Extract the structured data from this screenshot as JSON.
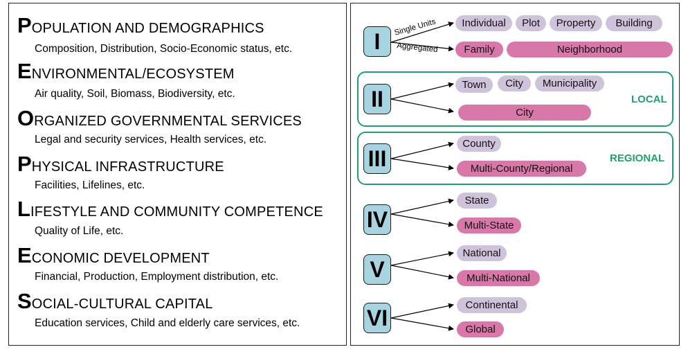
{
  "categories": [
    {
      "letter": "P",
      "rest": "OPULATION AND DEMOGRAPHICS",
      "subtitle": "Composition, Distribution, Socio-Economic status, etc."
    },
    {
      "letter": "E",
      "rest": "NVIRONMENTAL/ECOSYSTEM",
      "subtitle": "Air quality, Soil, Biomass, Biodiversity, etc."
    },
    {
      "letter": "O",
      "rest": "RGANIZED GOVERNMENTAL SERVICES",
      "subtitle": "Legal and security services, Health services, etc."
    },
    {
      "letter": "P",
      "rest": "HYSICAL INFRASTRUCTURE",
      "subtitle": "Facilities, Lifelines, etc."
    },
    {
      "letter": "L",
      "rest": "IFESTYLE AND COMMUNITY COMPETENCE",
      "subtitle": "Quality of Life, etc."
    },
    {
      "letter": "E",
      "rest": "CONOMIC DEVELOPMENT",
      "subtitle": "Financial, Production, Employment distribution, etc."
    },
    {
      "letter": "S",
      "rest": "OCIAL-CULTURAL CAPITAL",
      "subtitle": "Education services, Child and elderly care services, etc."
    }
  ],
  "levels": [
    {
      "id": "I",
      "top_label": "Single Units",
      "bottom_label": "Aggregated",
      "top": [
        "Individual",
        "Plot",
        "Property",
        "Building"
      ],
      "bottom": [
        "Family",
        "Neighborhood"
      ]
    },
    {
      "id": "II",
      "top": [
        "Town",
        "City",
        "Municipality"
      ],
      "bottom": [
        "City"
      ]
    },
    {
      "id": "III",
      "top": [
        "County"
      ],
      "bottom": [
        "Multi-County/Regional"
      ]
    },
    {
      "id": "IV",
      "top": [
        "State"
      ],
      "bottom": [
        "Multi-State"
      ]
    },
    {
      "id": "V",
      "top": [
        "National"
      ],
      "bottom": [
        "Multi-National"
      ]
    },
    {
      "id": "VI",
      "top": [
        "Continental"
      ],
      "bottom": [
        "Global"
      ]
    }
  ],
  "groups": {
    "local": "LOCAL",
    "regional": "REGIONAL"
  },
  "colors": {
    "level_box": "#a8d4e2",
    "single_pill": "#cfc2db",
    "aggregated_pill": "#d878a8",
    "group_border": "#1fa06d"
  }
}
